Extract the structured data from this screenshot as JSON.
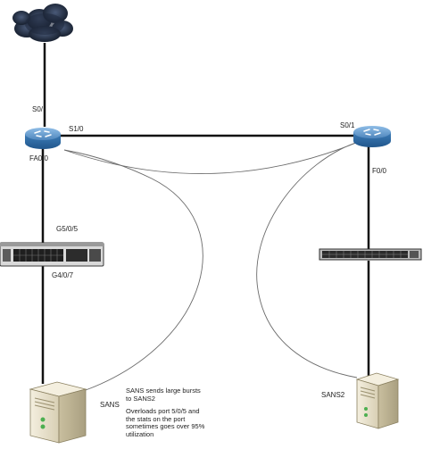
{
  "labels": {
    "r1_s0": "S0/",
    "r1_s1": "S1/0",
    "r1_fa": "FA0/0",
    "r2_s0": "S0/1",
    "r2_f0": "F0/0",
    "sw1_top": "G5/0/5",
    "sw1_bottom": "G4/0/7",
    "server1": "SANS",
    "server2": "SANS2"
  },
  "notes": {
    "line1": "SANS sends large bursts",
    "line2": "to SANS2",
    "line3": "Overloads port 5/0/5 and",
    "line4": "the stats on the port",
    "line5": "sometimes goes over 95%",
    "line6": "utilization"
  },
  "icons": {
    "cloud": "cloud-icon",
    "router": "router-icon",
    "switch": "switch-icon",
    "server": "server-icon"
  },
  "colors": {
    "cloud": "#1f2a3d",
    "router_top": "#5f95c8",
    "router_side": "#2f6ea8",
    "link": "#111111",
    "flow_curve": "#6b6b6b",
    "switch_body": "#d9d9d9",
    "server_body": "#ece6d2"
  }
}
